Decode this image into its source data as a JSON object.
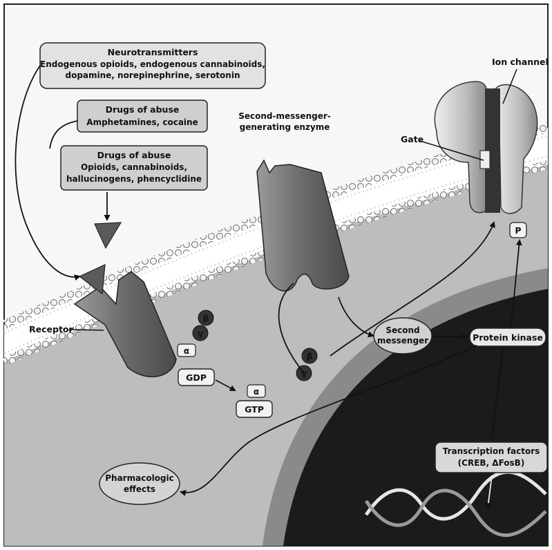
{
  "boxes": {
    "neurotransmitters": {
      "title": "Neurotransmitters",
      "line1": "Endogenous opioids, endogenous cannabinoids,",
      "line2": "dopamine, norepinephrine, serotonin"
    },
    "drugs_reuptake": {
      "title": "Drugs of abuse",
      "line1": "Amphetamines, cocaine"
    },
    "drugs_receptor": {
      "title": "Drugs of abuse",
      "line1": "Opioids, cannabinoids,",
      "line2": "hallucinogens, phencyclidine"
    },
    "transcription": {
      "line1": "Transcription factors",
      "line2": "(CREB, ΔFosB)"
    }
  },
  "labels": {
    "ion_channel": "Ion channel",
    "gate": "Gate",
    "enzyme_line1": "Second-messenger-",
    "enzyme_line2": "generating enzyme",
    "receptor": "Receptor",
    "second_messenger_line1": "Second",
    "second_messenger_line2": "messenger",
    "protein_kinase": "Protein kinase",
    "pharmacologic_line1": "Pharmacologic",
    "pharmacologic_line2": "effects",
    "gdp": "GDP",
    "gtp": "GTP",
    "phosphate": "P",
    "alpha": "α",
    "beta": "β",
    "gamma": "γ"
  },
  "colors": {
    "box_fill": "#d8d8d8",
    "membrane": "#9a9a9a",
    "cytoplasm": "#bcbcbc",
    "nucleus": "#1a1a1a",
    "protein": "#6e6e6e",
    "ligand": "#555555"
  }
}
